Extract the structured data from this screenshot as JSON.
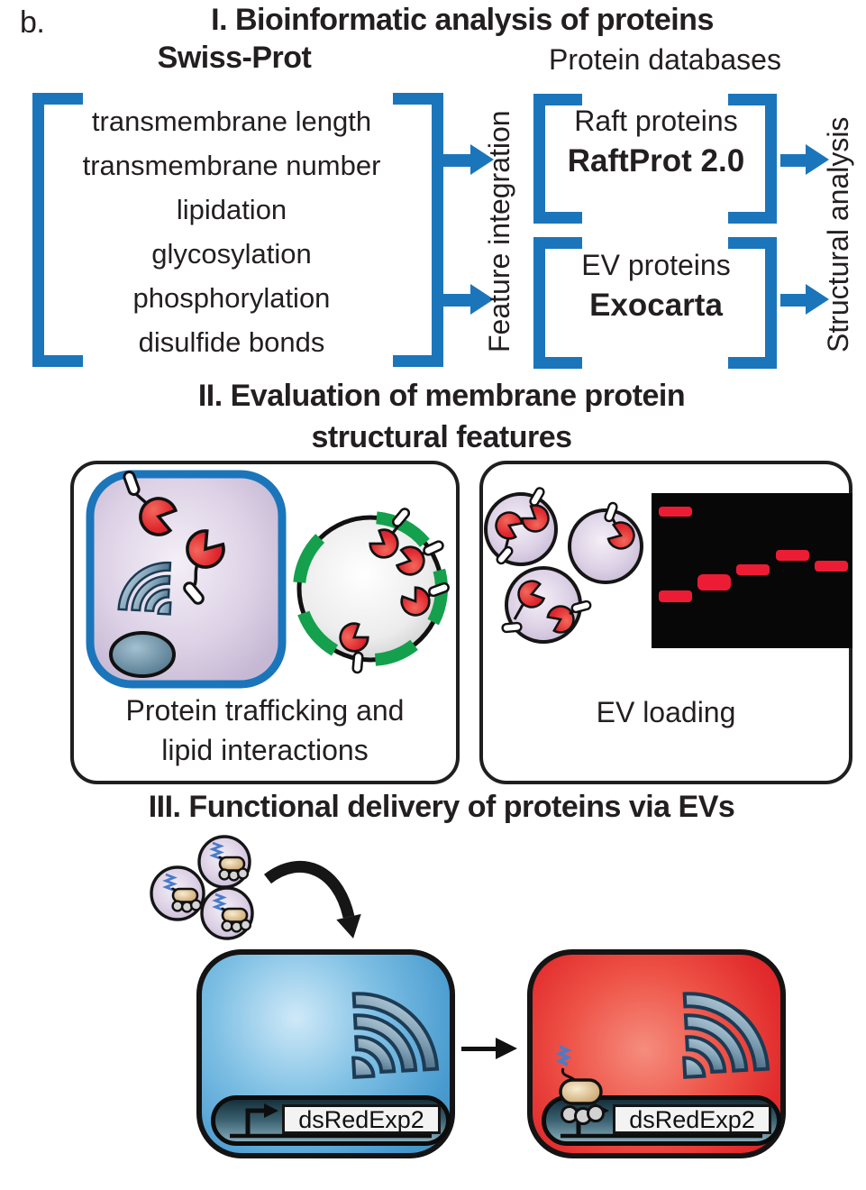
{
  "panel_label": "b.",
  "section1": {
    "title": "I. Bioinformatic analysis of proteins",
    "source_label": "Swiss-Prot",
    "databases_label": "Protein databases",
    "features": [
      "transmembrane length",
      "transmembrane number",
      "lipidation",
      "glycosylation",
      "phosphorylation",
      "disulfide bonds"
    ],
    "feature_integration_label": "Feature integration",
    "raft_box": {
      "line1": "Raft proteins",
      "line2": "RaftProt 2.0"
    },
    "ev_box": {
      "line1": "EV proteins",
      "line2": "Exocarta"
    },
    "structural_analysis_label": "Structural analysis"
  },
  "section2": {
    "title_line1": "II. Evaluation of membrane protein",
    "title_line2": "structural features",
    "left_card_caption_line1": "Protein trafficking and",
    "left_card_caption_line2": "lipid interactions",
    "right_card_caption": "EV loading"
  },
  "section3": {
    "title": "III. Functional delivery of proteins via EVs",
    "plasmid_label": "dsRedExp2"
  },
  "colors": {
    "accent_blue": "#1b75bb",
    "text_dark": "#231f20",
    "membrane_green": "#14a04c",
    "protein_red": "#e5302f",
    "gel_band_red": "#ed1c35",
    "gel_background": "#070707",
    "donor_cell_blue": "#4395c9",
    "recipient_cell_red": "#e02c31",
    "vesicle_lavender": "#d5c9e0"
  }
}
